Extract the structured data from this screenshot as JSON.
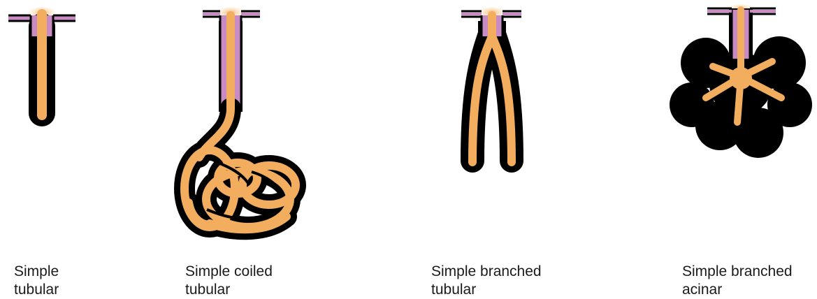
{
  "colors": {
    "lumen": "#f2ad5f",
    "wall": "#000000",
    "duct_epithelium": "#c98bc4",
    "surface_glow": "#fbe1b8",
    "text": "#1a1a1a"
  },
  "glands": [
    {
      "id": "simple-tubular",
      "line1": "Simple",
      "line2": "tubular"
    },
    {
      "id": "simple-coiled-tubular",
      "line1": "Simple coiled",
      "line2": "tubular"
    },
    {
      "id": "simple-branched-tubular",
      "line1": "Simple branched",
      "line2": "tubular"
    },
    {
      "id": "simple-branched-acinar",
      "line1": "Simple branched",
      "line2": "acinar"
    }
  ]
}
